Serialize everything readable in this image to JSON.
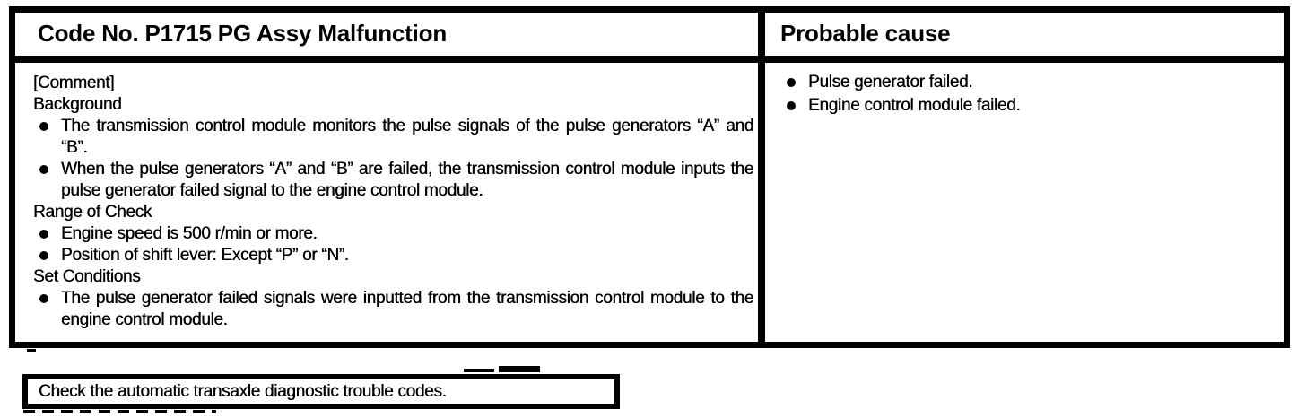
{
  "colors": {
    "ink": "#000000",
    "paper": "#ffffff"
  },
  "table": {
    "header": {
      "code_title": "Code No. P1715 PG Assy Malfunction",
      "probable_cause_title": "Probable cause"
    },
    "comment_cell": {
      "lines": [
        {
          "type": "plain",
          "text": "[Comment]"
        },
        {
          "type": "plain",
          "text": "Background"
        },
        {
          "type": "bullet",
          "text": "The transmission control module monitors the pulse signals of the pulse generators “A” and “B”."
        },
        {
          "type": "bullet",
          "text": "When the pulse generators “A” and “B” are failed, the transmission control module inputs the pulse generator failed signal to the engine control module."
        },
        {
          "type": "plain",
          "text": "Range of Check"
        },
        {
          "type": "bullet",
          "text": "Engine speed is 500 r/min or more."
        },
        {
          "type": "bullet",
          "text": "Position of shift lever: Except “P” or “N”."
        },
        {
          "type": "plain",
          "text": "Set Conditions"
        },
        {
          "type": "bullet",
          "text": "The pulse generator failed signals were inputted from the transmission control module to the engine control module."
        }
      ]
    },
    "probable_cause_cell": {
      "items": [
        {
          "text": "Pulse generator failed."
        },
        {
          "text": "Engine control module failed."
        }
      ]
    }
  },
  "action_box": {
    "text": "Check the automatic transaxle diagnostic trouble codes."
  }
}
